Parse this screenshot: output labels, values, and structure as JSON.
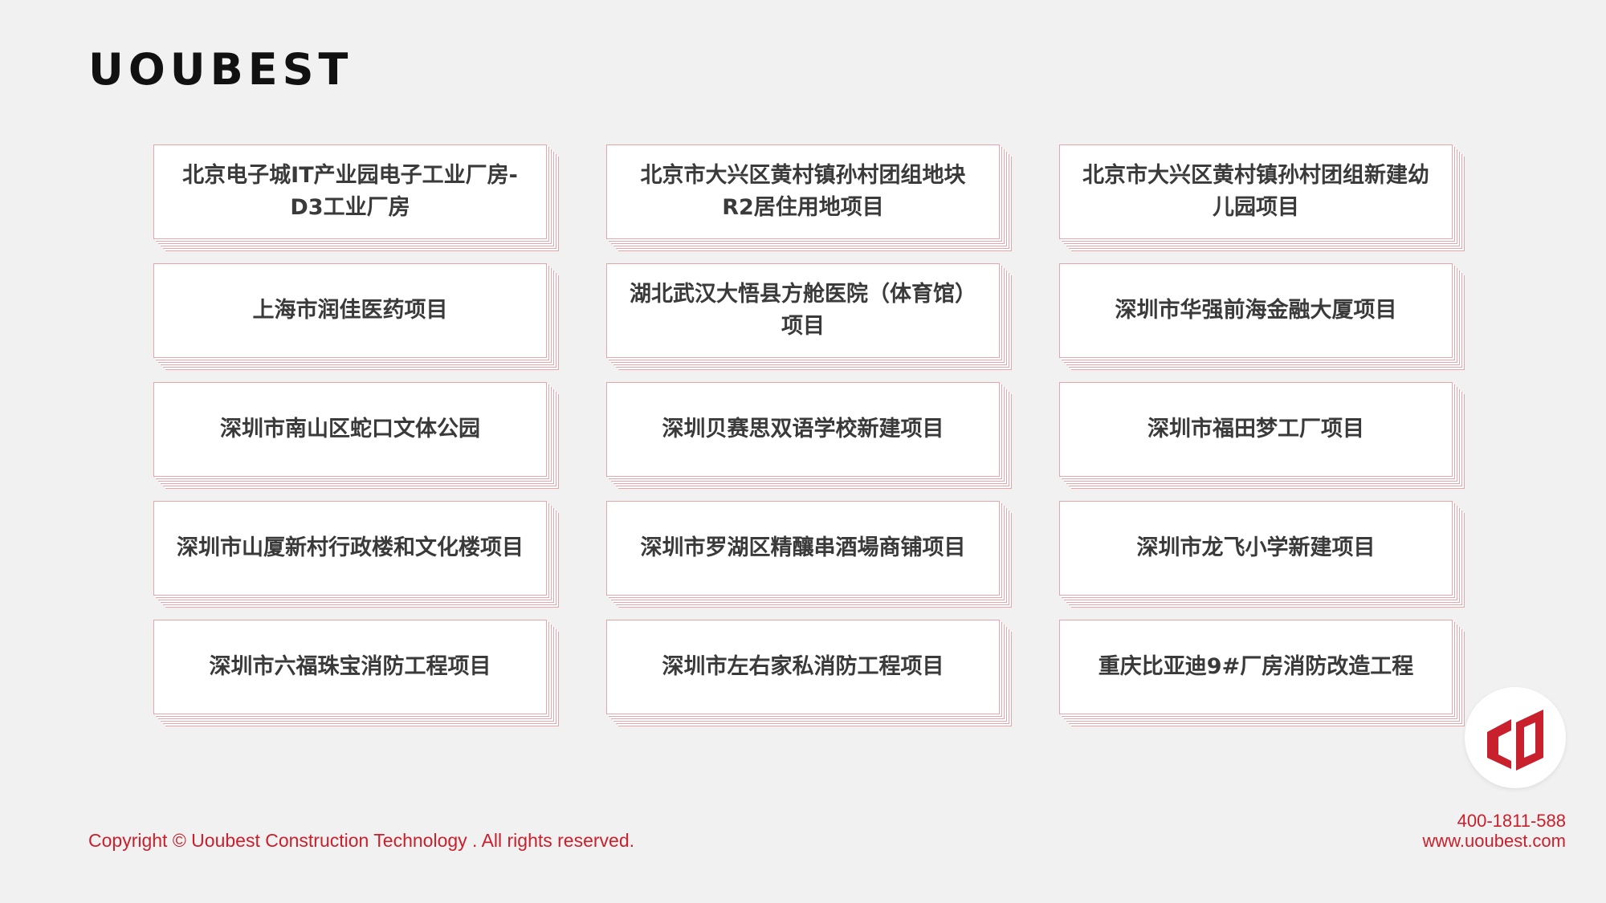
{
  "brand": {
    "logo_text": "UOUBEST"
  },
  "projects": [
    "北京电子城IT产业园电子工业厂房-D3工业厂房",
    "北京市大兴区黄村镇孙村团组地块R2居住用地项目",
    "北京市大兴区黄村镇孙村团组新建幼儿园项目",
    "上海市润佳医药项目",
    "湖北武汉大悟县方舱医院（体育馆）项目",
    "深圳市华强前海金融大厦项目",
    "深圳市南山区蛇口文体公园",
    "深圳贝赛思双语学校新建项目",
    "深圳市福田梦工厂项目",
    "深圳市山厦新村行政楼和文化楼项目",
    "深圳市罗湖区精釀串酒場商铺项目",
    "深圳市龙飞小学新建项目",
    "深圳市六福珠宝消防工程项目",
    "深圳市左右家私消防工程项目",
    "重庆比亚迪9#厂房消防改造工程"
  ],
  "footer": {
    "copyright": "Copyright © Uoubest Construction Technology . All rights reserved.",
    "phone": "400-1811-588",
    "website": "www.uoubest.com"
  },
  "colors": {
    "accent": "#c8202c",
    "card_border": "#e6a5ab",
    "background": "#f2f1f1"
  },
  "icons": {
    "badge": "uoubest-emblem-icon"
  }
}
